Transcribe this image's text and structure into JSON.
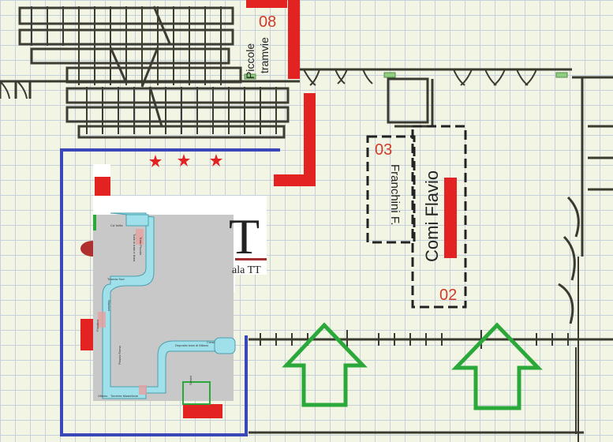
{
  "labels": {
    "area_08": "08",
    "area_03": "03",
    "area_02": "02",
    "piccole_tramvie": [
      "Piccole",
      "tramvie"
    ],
    "franchini": "Franchini F.",
    "comi": "Comi Flavio",
    "logo_text": "T",
    "logo_sub": "ala TT"
  },
  "inset_labels": [
    "Tutte in tram e linea",
    "Ca' bella",
    "Tranvia Sud",
    "Fanatico",
    "Stazioni",
    "Tram Piccolo",
    "Servizi",
    "Torrente Mastellone",
    "Vittorio",
    "Deposito tram di Milano",
    "Piazza Roma",
    "Crest"
  ],
  "colors": {
    "exhibit_blue": "#3a47b8",
    "entrance_green": "#2aa83a",
    "stand_red": "#e32222",
    "wall_dark": "#3a3a30"
  },
  "icons": {
    "entrance": "up-arrow-icon",
    "highlight": "star-icon"
  }
}
